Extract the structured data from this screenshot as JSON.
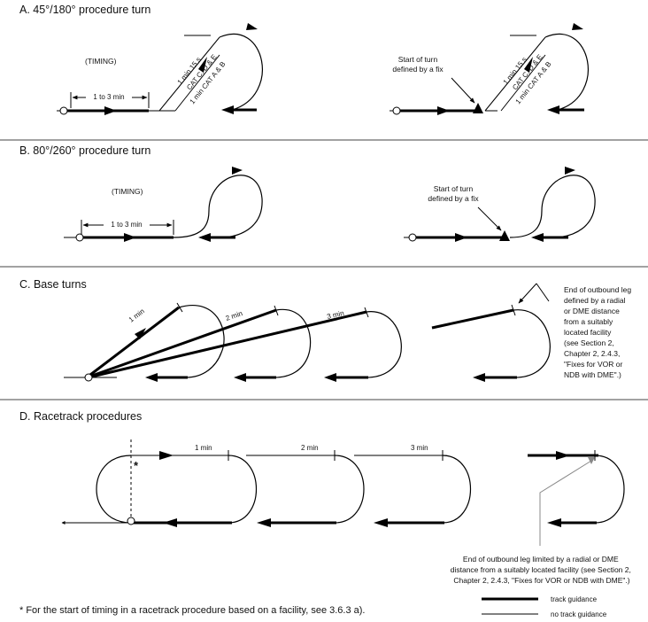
{
  "sections": {
    "a": {
      "title": "A. 45°/180° procedure turn",
      "timing": "(TIMING)",
      "span_label": "1 to 3 min",
      "leg_cd": "1 min 15 s",
      "leg_cd2": "CAT C, D & E",
      "leg_ab": "1 min CAT A & B",
      "fix_label_1": "Start of turn",
      "fix_label_2": "defined by a fix"
    },
    "b": {
      "title": "B. 80°/260° procedure turn",
      "timing": "(TIMING)",
      "span_label": "1 to 3 min",
      "fix_label_1": "Start of turn",
      "fix_label_2": "defined by a fix"
    },
    "c": {
      "title": "C. Base turns",
      "leg_1": "1 min",
      "leg_2": "2 min",
      "leg_3": "3 min",
      "note_lines": [
        "End of outbound leg",
        "defined by a radial",
        "or DME distance",
        "from a suitably",
        "located facility",
        "(see Section 2,",
        "Chapter 2, 2.4.3,",
        "\"Fixes for VOR or",
        "NDB with DME\".)"
      ]
    },
    "d": {
      "title": "D. Racetrack procedures",
      "leg_1": "1 min",
      "leg_2": "2 min",
      "leg_3": "3 min",
      "star": "*",
      "note_lines": [
        "End of outbound leg limited by a radial or DME",
        "distance from a suitably located facility (see Section 2,",
        "Chapter 2, 2.4.3, \"Fixes for VOR or NDB with DME\".)"
      ]
    }
  },
  "footnote": "* For the start of timing in a racetrack procedure based on a facility, see 3.6.3 a).",
  "legend": {
    "track_guidance": "track guidance",
    "no_track_guidance": "no track guidance"
  }
}
